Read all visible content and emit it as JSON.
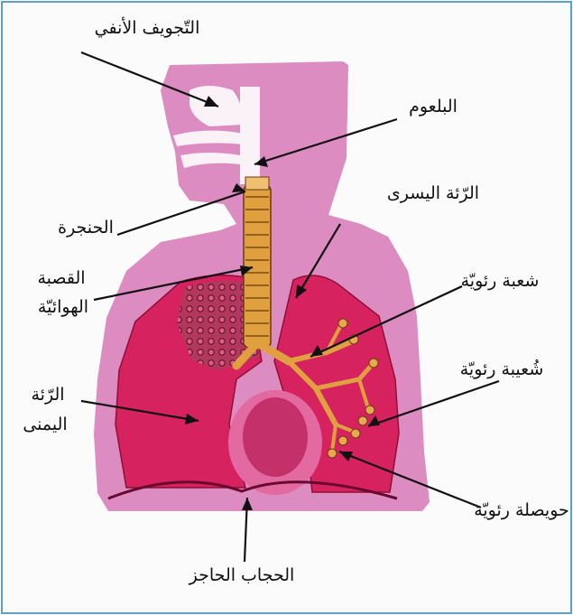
{
  "labels": {
    "nasal_cavity": "التّجويف الأنفي",
    "pharynx": "البلعوم",
    "larynx": "الحنجرة",
    "left_lung": "الرّئة اليسرى",
    "trachea_line1": "القصبة",
    "trachea_line2": "الهوائيّة",
    "bronchus": "شعبة رئويّة",
    "right_lung_line1": "الرّئة",
    "right_lung_line2": "اليمنى",
    "bronchiole": "شُعيبة رئويّة",
    "alveolus": "حويصلة رئويّة",
    "diaphragm": "الحجاب الحاجز"
  },
  "colors": {
    "body": "#dc8cc0",
    "lung": "#d6225e",
    "lung_dark": "#b0164a",
    "heart": "#c4306a",
    "trachea": "#e0a040",
    "frame": "#5f9fcf"
  }
}
